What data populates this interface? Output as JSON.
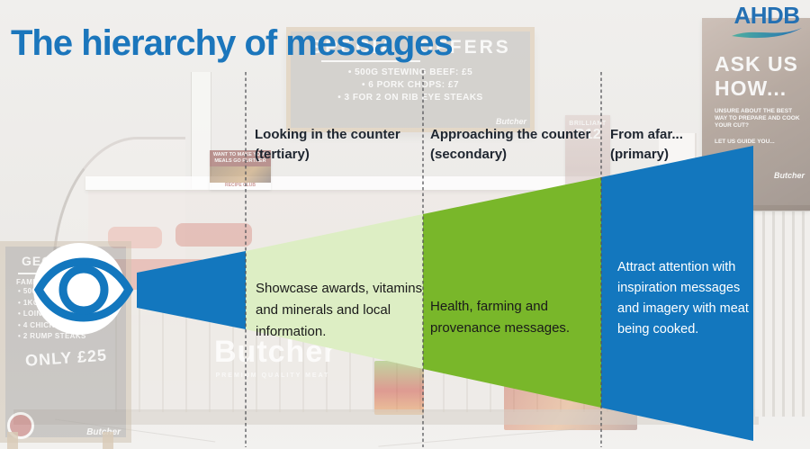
{
  "slide": {
    "title": "The hierarchy of messages"
  },
  "logo": {
    "text": "AHDB"
  },
  "funnel": {
    "stages": [
      {
        "name": "tertiary",
        "label": "Looking in the counter",
        "sublabel": "(tertiary)",
        "message": "Showcase awards, vitamins and minerals and local information.",
        "fill": "#DDEEC4"
      },
      {
        "name": "secondary",
        "label": "Approaching the counter",
        "sublabel": "(secondary)",
        "message": "Health, farming and provenance messages.",
        "fill": "#79B72A"
      },
      {
        "name": "primary",
        "label": "From afar...",
        "sublabel": "(primary)",
        "message": "Attract attention with inspiration messages and imagery with meat being cooked.",
        "fill": "#1377BE"
      }
    ],
    "tip_fill": "#1377BE"
  },
  "background": {
    "offers_board": {
      "title": "SPECIAL OFFERS",
      "items": [
        "• 500G STEWING BEEF: £5",
        "• 6 PORK CHOPS: £7",
        "• 3 FOR 2 ON RIB EYE STEAKS"
      ],
      "brand": "Butcher"
    },
    "left_board": {
      "header": "GEORGE'S",
      "subheader": "FAMILY BUNDLE",
      "items": [
        "• 500G LAMB",
        "• 1KG PORK",
        "• LOIN ROAST",
        "• 4 CHICKEN BREASTS",
        "• 2 RUMP STEAKS"
      ],
      "price": "ONLY £25",
      "brand": "Butcher"
    },
    "ask_poster": {
      "line1": "ASK US",
      "line2": "HOW...",
      "sub1": "UNSURE ABOUT THE BEST WAY TO PREPARE AND COOK YOUR CUT?",
      "sub2": "LET US GUIDE YOU...",
      "brand": "Butcher"
    },
    "meals_poster": {
      "line1": "WANT TO MAKE YOUR MEALS GO FURTHER",
      "line2": "RECIPE CLUB"
    },
    "b12_poster": {
      "line1": "BRILLIANT",
      "line2": "B12"
    },
    "counter": {
      "brand": "Butcher",
      "tagline": "PREMIUM QUALITY MEAT"
    }
  },
  "colors": {
    "title_blue": "#1B76BC",
    "cone_blue": "#1377BE",
    "green": "#79B72A",
    "light_green": "#DDEEC4",
    "label_text": "#1F2630",
    "message_text_dark": "#1A1A1A",
    "message_text_light": "#FFFFFF"
  }
}
